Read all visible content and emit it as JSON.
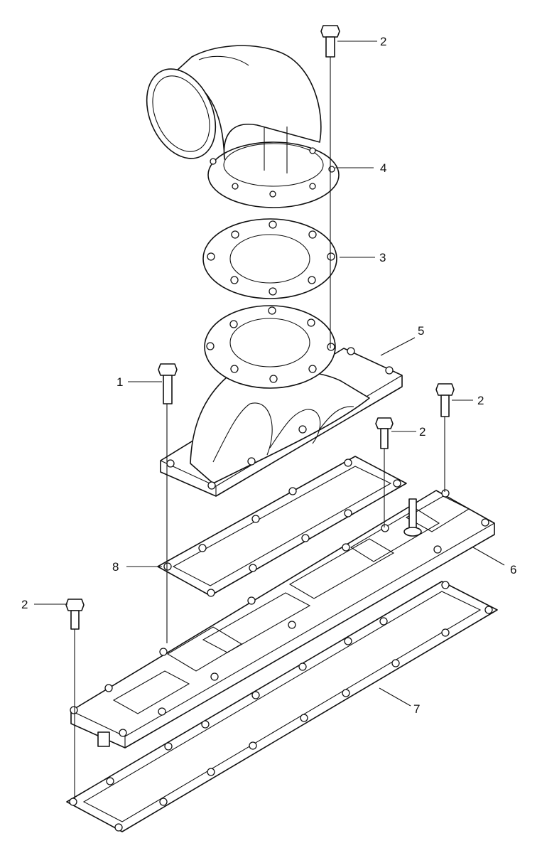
{
  "callouts": {
    "c1": "1",
    "c2_top": "2",
    "c2_right_upper": "2",
    "c2_mid": "2",
    "c2_left": "2",
    "c3": "3",
    "c4": "4",
    "c5": "5",
    "c6": "6",
    "c7": "7",
    "c8": "8"
  },
  "parts": [
    {
      "id": "1",
      "icon": "bolt-icon"
    },
    {
      "id": "2",
      "icon": "bolt-icon"
    },
    {
      "id": "3",
      "icon": "round-gasket-icon"
    },
    {
      "id": "4",
      "icon": "elbow-outlet-icon"
    },
    {
      "id": "5",
      "icon": "manifold-adapter-icon"
    },
    {
      "id": "6",
      "icon": "manifold-plate-icon"
    },
    {
      "id": "7",
      "icon": "long-gasket-icon"
    },
    {
      "id": "8",
      "icon": "adapter-gasket-icon"
    }
  ]
}
